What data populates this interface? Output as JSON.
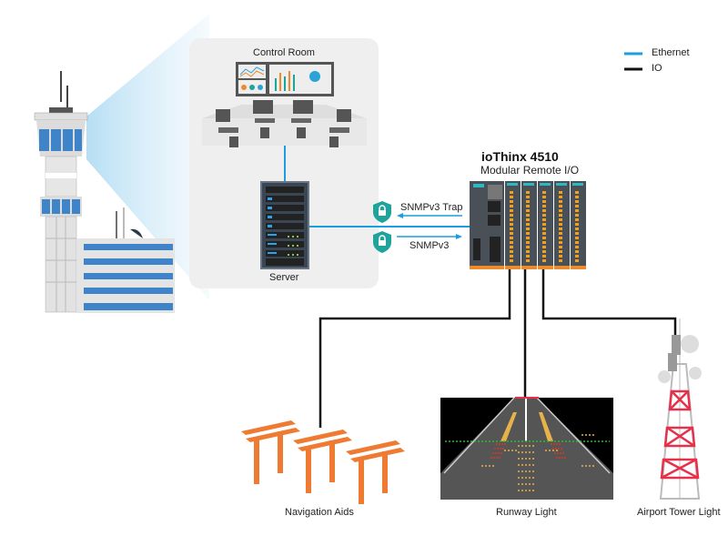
{
  "legend": {
    "items": [
      {
        "label": "Ethernet",
        "color": "#1a9ee0"
      },
      {
        "label": "IO",
        "color": "#111111"
      }
    ]
  },
  "control_room": {
    "label": "Control Room"
  },
  "server": {
    "label": "Server"
  },
  "device": {
    "title": "ioThinx 4510",
    "subtitle": "Modular Remote I/O"
  },
  "protocols": {
    "trap": "SNMPv3 Trap",
    "poll": "SNMPv3"
  },
  "endpoints": {
    "navigation_aids": "Navigation Aids",
    "runway_light": "Runway Light",
    "tower_light": "Airport Tower Light"
  },
  "colors": {
    "ethernet": "#1a9ee0",
    "io": "#111111",
    "lock": "#1fa39a",
    "nav_aid": "#ef7a32",
    "tower_red": "#e8304a",
    "panel_bg": "#efefef"
  }
}
